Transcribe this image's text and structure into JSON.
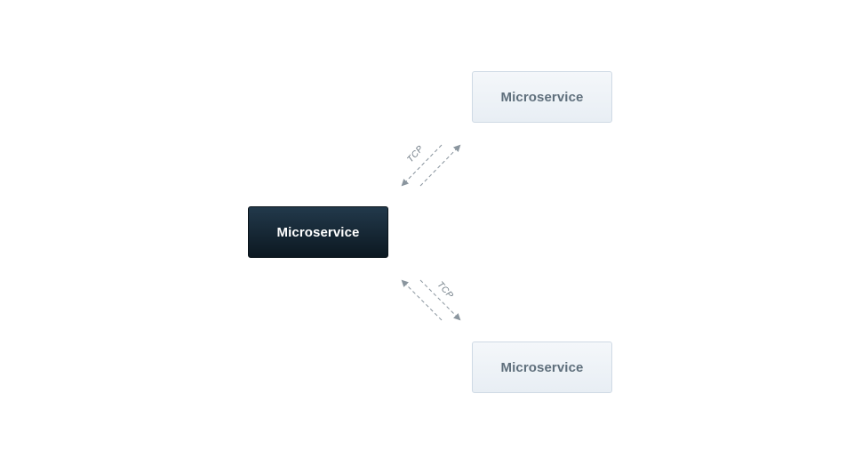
{
  "nodes": {
    "main": {
      "label": "Microservice"
    },
    "top": {
      "label": "Microservice"
    },
    "bottom": {
      "label": "Microservice"
    }
  },
  "links": {
    "top": {
      "label": "TCP"
    },
    "bottom": {
      "label": "TCP"
    }
  },
  "colors": {
    "dark_node": "#1a2c3a",
    "light_node": "#eef2f6",
    "light_node_border": "#cfdae5",
    "light_node_text": "#5f6f7c",
    "connector": "#8a959e"
  }
}
